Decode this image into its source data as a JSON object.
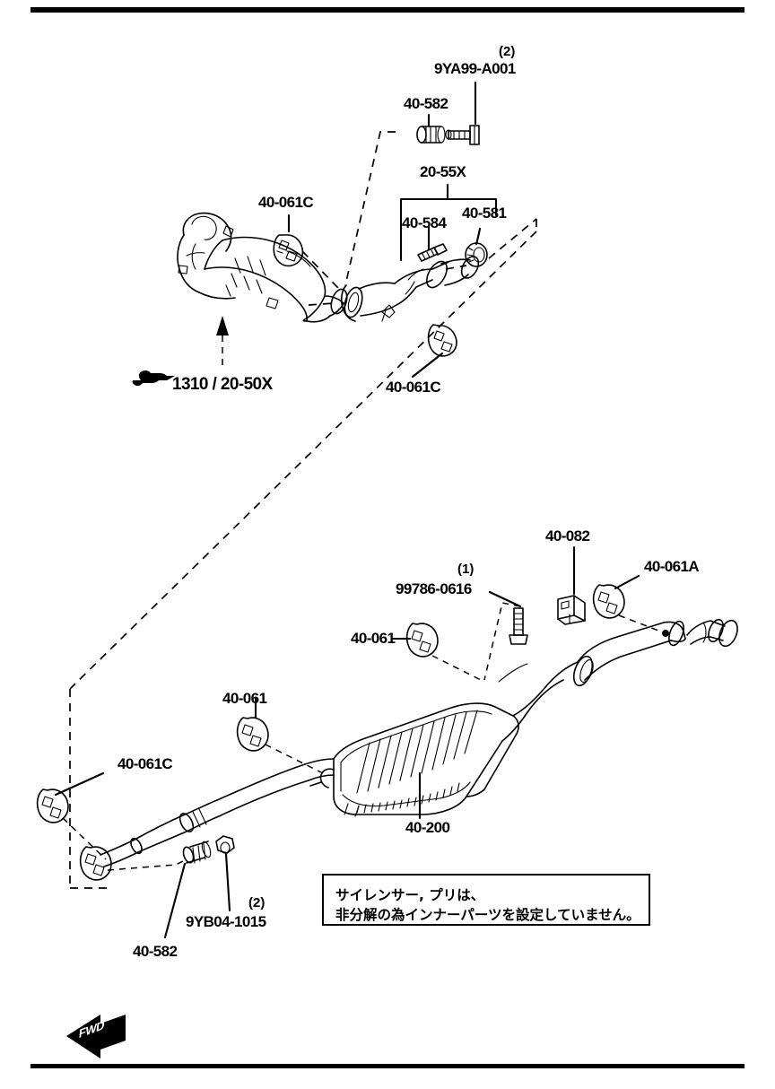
{
  "diagram": {
    "title_rule_top": true,
    "title_rule_bottom": true,
    "direction_marker": "FWD",
    "ink_color": "#000000",
    "background": "#ffffff"
  },
  "labels": {
    "upper": [
      {
        "id": "l1",
        "text": "9YA99-A001",
        "qty": "(2)"
      },
      {
        "id": "l2",
        "text": "40-582"
      },
      {
        "id": "l3",
        "text": "20-55X"
      },
      {
        "id": "l4",
        "text": "40-584"
      },
      {
        "id": "l5",
        "text": "40-581"
      },
      {
        "id": "l6",
        "text": "40-061C"
      },
      {
        "id": "l7",
        "text": "40-061C"
      },
      {
        "id": "l8",
        "text": "1310 / 20-50X"
      }
    ],
    "lower": [
      {
        "id": "l9",
        "text": "40-082"
      },
      {
        "id": "l10",
        "text": "40-061A"
      },
      {
        "id": "l11",
        "text": "99786-0616",
        "qty": "(1)"
      },
      {
        "id": "l12",
        "text": "40-061"
      },
      {
        "id": "l13",
        "text": "40-061"
      },
      {
        "id": "l14",
        "text": "40-061C"
      },
      {
        "id": "l15",
        "text": "40-200"
      },
      {
        "id": "l16",
        "text": "9YB04-1015",
        "qty": "(2)"
      },
      {
        "id": "l17",
        "text": "40-582"
      }
    ]
  },
  "note_box": {
    "line1": "サイレンサー, プリは、",
    "line2": "非分解の為インナーパーツを設定していません。"
  },
  "parts": {
    "exhaust_manifold": "exhaust-manifold-with-catalyst",
    "front_pipe": "front-pipe-catalytic-converter",
    "center_pipe": "center-pipe-resonator",
    "main_silencer": "main-muffler",
    "tailpipe": "tail-pipe",
    "hangers": "rubber-insulator-hangers",
    "bolts": "flange-bolts-springs-nuts",
    "bracket": "muffler-hanger-bracket"
  }
}
